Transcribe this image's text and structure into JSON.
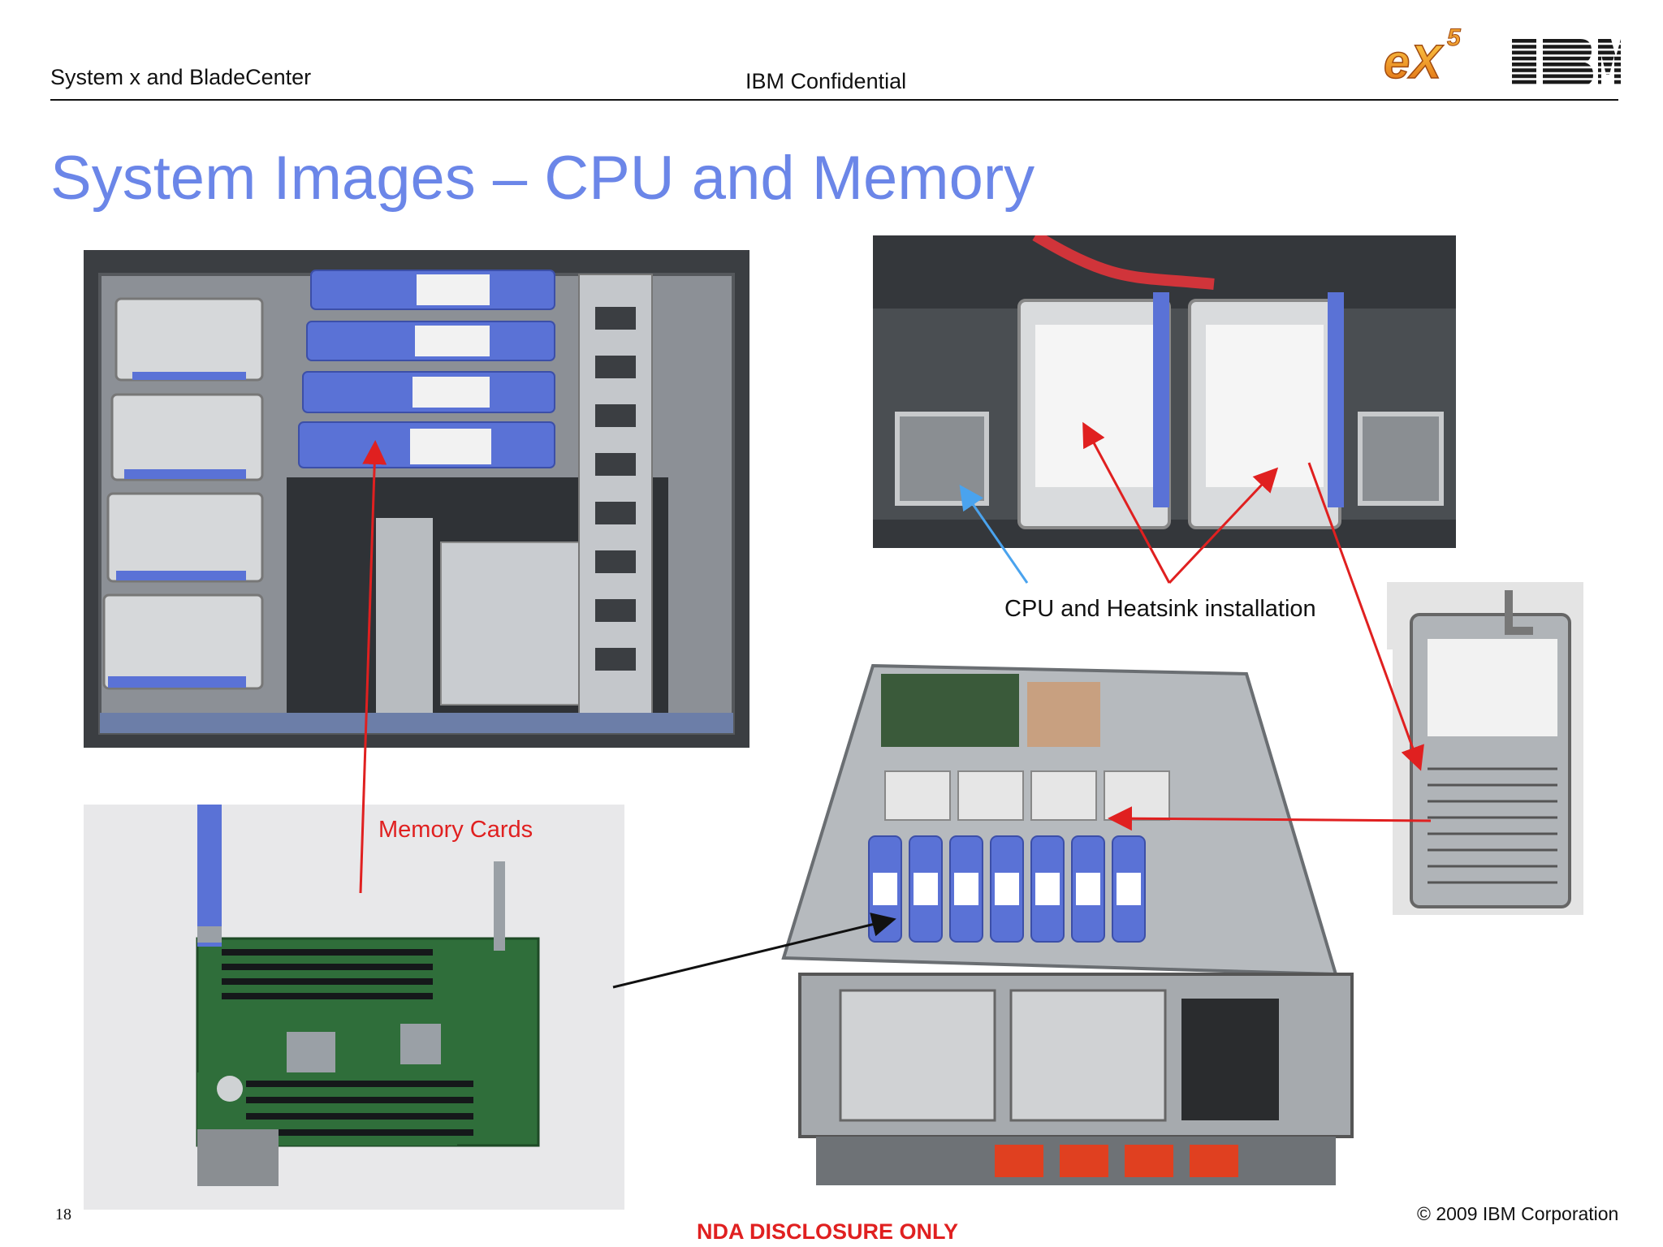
{
  "header": {
    "left_text": "System x and BladeCenter",
    "center_text": "IBM Confidential",
    "logo_ex5": "eX5",
    "logo_ibm": "IBM"
  },
  "title": "System Images – CPU and Memory",
  "annotations": {
    "cpu_heatsink": "CPU and Heatsink installation",
    "memory_cards": "Memory Cards"
  },
  "footer": {
    "page_number": "18",
    "nda": "NDA DISCLOSURE ONLY",
    "copyright": "© 2009 IBM Corporation"
  },
  "colors": {
    "title": "#6b86e8",
    "arrow_red": "#e02020",
    "arrow_blue": "#4aa3ee",
    "arrow_black": "#111111",
    "memory_card_blue": "#5a72d6"
  }
}
